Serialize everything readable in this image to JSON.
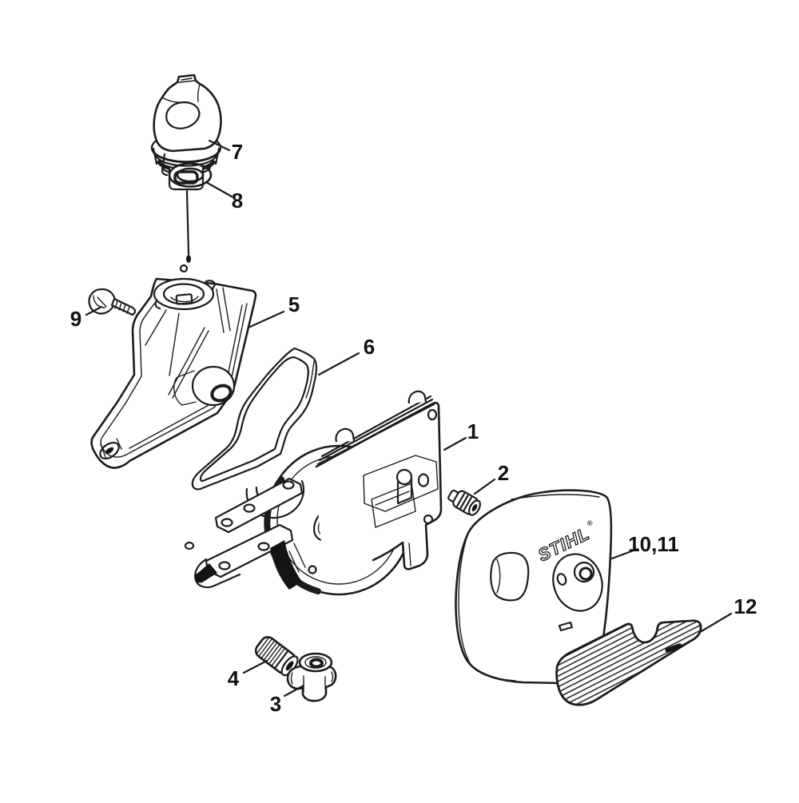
{
  "figure": {
    "type": "exploded-parts-diagram",
    "background_color": "#ffffff",
    "line_color": "#1c1c1c",
    "brand_logo": "STIHL",
    "brand_logo_mark": "®",
    "callouts": [
      {
        "label": "1",
        "part": "gear-head-housing"
      },
      {
        "label": "2",
        "part": "plug-fitting"
      },
      {
        "label": "3",
        "part": "grommet-fitting"
      },
      {
        "label": "4",
        "part": "knurled-plug"
      },
      {
        "label": "5",
        "part": "fuel-tank-housing"
      },
      {
        "label": "6",
        "part": "gasket"
      },
      {
        "label": "7",
        "part": "fuel-tank-cap"
      },
      {
        "label": "8",
        "part": "o-ring"
      },
      {
        "label": "9",
        "part": "screw"
      },
      {
        "label": "10,11",
        "part": "cover"
      },
      {
        "label": "12",
        "part": "ribbed-grip-pad"
      }
    ]
  }
}
